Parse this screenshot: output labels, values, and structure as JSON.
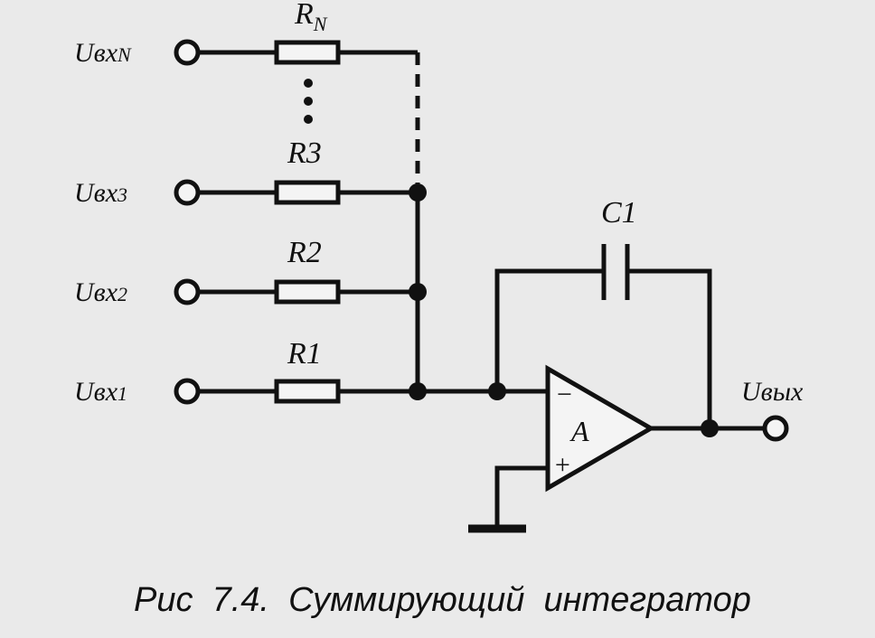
{
  "diagram": {
    "inputs": [
      {
        "id": "in_n",
        "label": "Uвх",
        "sub": "N"
      },
      {
        "id": "in_3",
        "label": "Uвх",
        "sub": "3"
      },
      {
        "id": "in_2",
        "label": "Uвх",
        "sub": "2"
      },
      {
        "id": "in_1",
        "label": "Uвх",
        "sub": "1"
      }
    ],
    "resistors": [
      {
        "id": "r_n",
        "label": "R",
        "sub": "N"
      },
      {
        "id": "r_3",
        "label": "R3"
      },
      {
        "id": "r_2",
        "label": "R2"
      },
      {
        "id": "r_1",
        "label": "R1"
      }
    ],
    "capacitor": {
      "label": "C1"
    },
    "opamp": {
      "label": "A",
      "minus": "−",
      "plus": "+"
    },
    "output": {
      "label": "Uвых"
    },
    "caption": "Рис  7.4.  Суммирующий  интегратор"
  }
}
